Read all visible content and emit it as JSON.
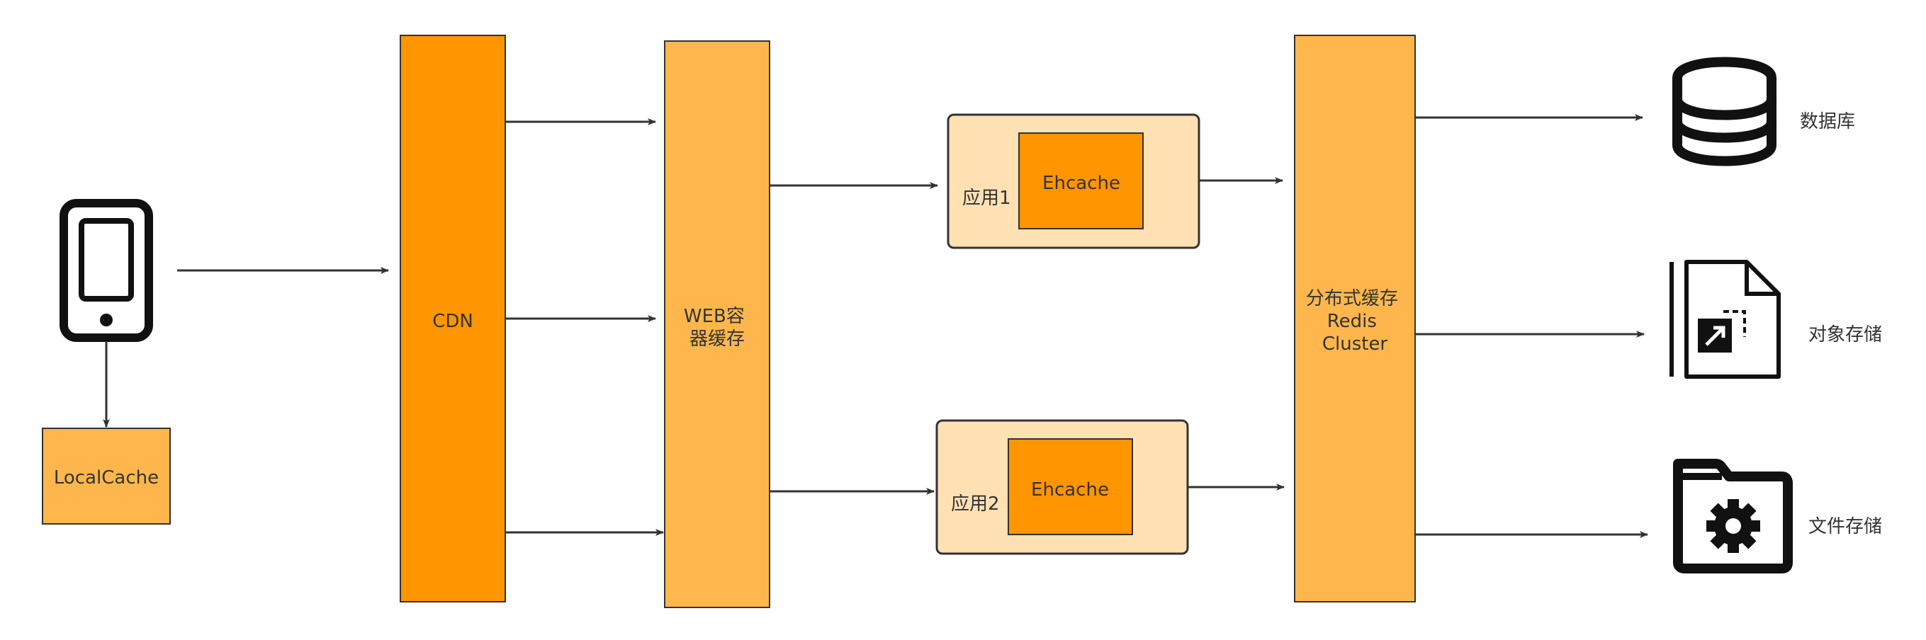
{
  "diagram": {
    "nodes": {
      "local_cache": {
        "label": "LocalCache"
      },
      "cdn": {
        "label": "CDN"
      },
      "web_cache": {
        "label_lines": [
          "WEB容",
          "器缓存"
        ]
      },
      "app1": {
        "label": "应用1",
        "inner_label": "Ehcache"
      },
      "app2": {
        "label": "应用2",
        "inner_label": "Ehcache"
      },
      "distributed_cache": {
        "label_lines": [
          "分布式缓存",
          "Redis",
          "Cluster"
        ]
      }
    },
    "storage": {
      "database": {
        "label": "数据库",
        "icon": "database-icon"
      },
      "object_storage": {
        "label": "对象存储",
        "icon": "object-storage-icon"
      },
      "file_storage": {
        "label": "文件存储",
        "icon": "file-storage-icon"
      }
    },
    "client": {
      "icon": "mobile-phone-icon"
    },
    "colors": {
      "dark_orange": "#FF9500",
      "light_orange": "#FFB74D",
      "pale_orange": "#FFE1B3",
      "stroke": "#333333"
    }
  }
}
